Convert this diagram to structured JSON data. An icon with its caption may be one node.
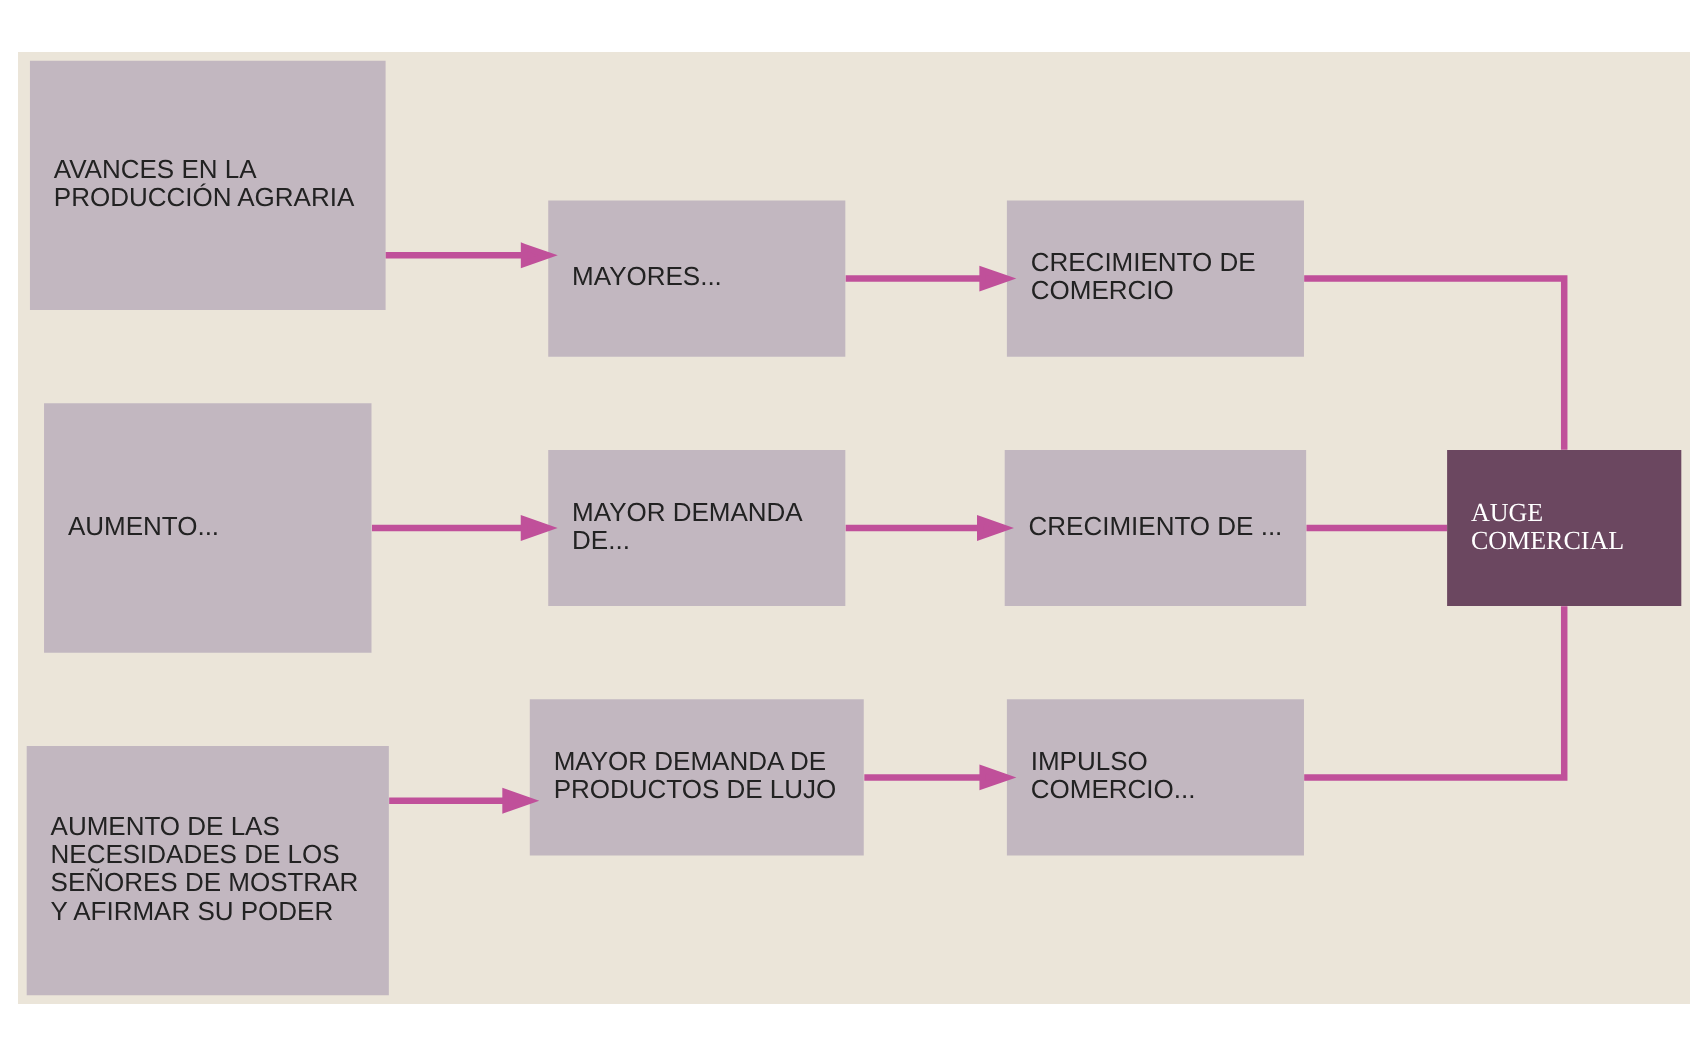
{
  "diagram": {
    "nodes": [
      {
        "text": [
          "AVANCES EN LA PRODUCCIÓN AGRARIA"
        ]
      },
      {
        "text": [
          "MAYORES..."
        ]
      },
      {
        "text": [
          "CRECIMIENTO DE COMERCIO"
        ]
      },
      {
        "text": [
          "AUMENTO..."
        ]
      },
      {
        "text": [
          "MAYOR DEMANDA DE..."
        ]
      },
      {
        "text": [
          "CRECIMIENTO DE ..."
        ]
      },
      {
        "text": [
          "AUMENTO DE LAS NECESIDADES DE LOS SEÑORES DE MOSTRAR Y AFIRMAR SU PODER"
        ]
      },
      {
        "text": [
          "MAYOR DEMANDA DE PRODUCTOS DE LUJO"
        ]
      },
      {
        "text": [
          "IMPULSO COMERCIO..."
        ]
      },
      {
        "text": [
          "AUGE COMERCIAL"
        ]
      }
    ],
    "edges": [
      {
        "from": 0,
        "to": 1,
        "arrow": "to"
      },
      {
        "from": 1,
        "to": 2,
        "arrow": "to"
      },
      {
        "from": 3,
        "to": 4,
        "arrow": "to"
      },
      {
        "from": 4,
        "to": 5,
        "arrow": "to"
      },
      {
        "from": 6,
        "to": 7,
        "arrow": "to"
      },
      {
        "from": 7,
        "to": 8,
        "arrow": "to"
      },
      {
        "from": 2,
        "to": 9,
        "arrow": "none"
      },
      {
        "from": 5,
        "to": 9,
        "arrow": "none"
      },
      {
        "from": 8,
        "to": 9,
        "arrow": "none"
      }
    ]
  }
}
